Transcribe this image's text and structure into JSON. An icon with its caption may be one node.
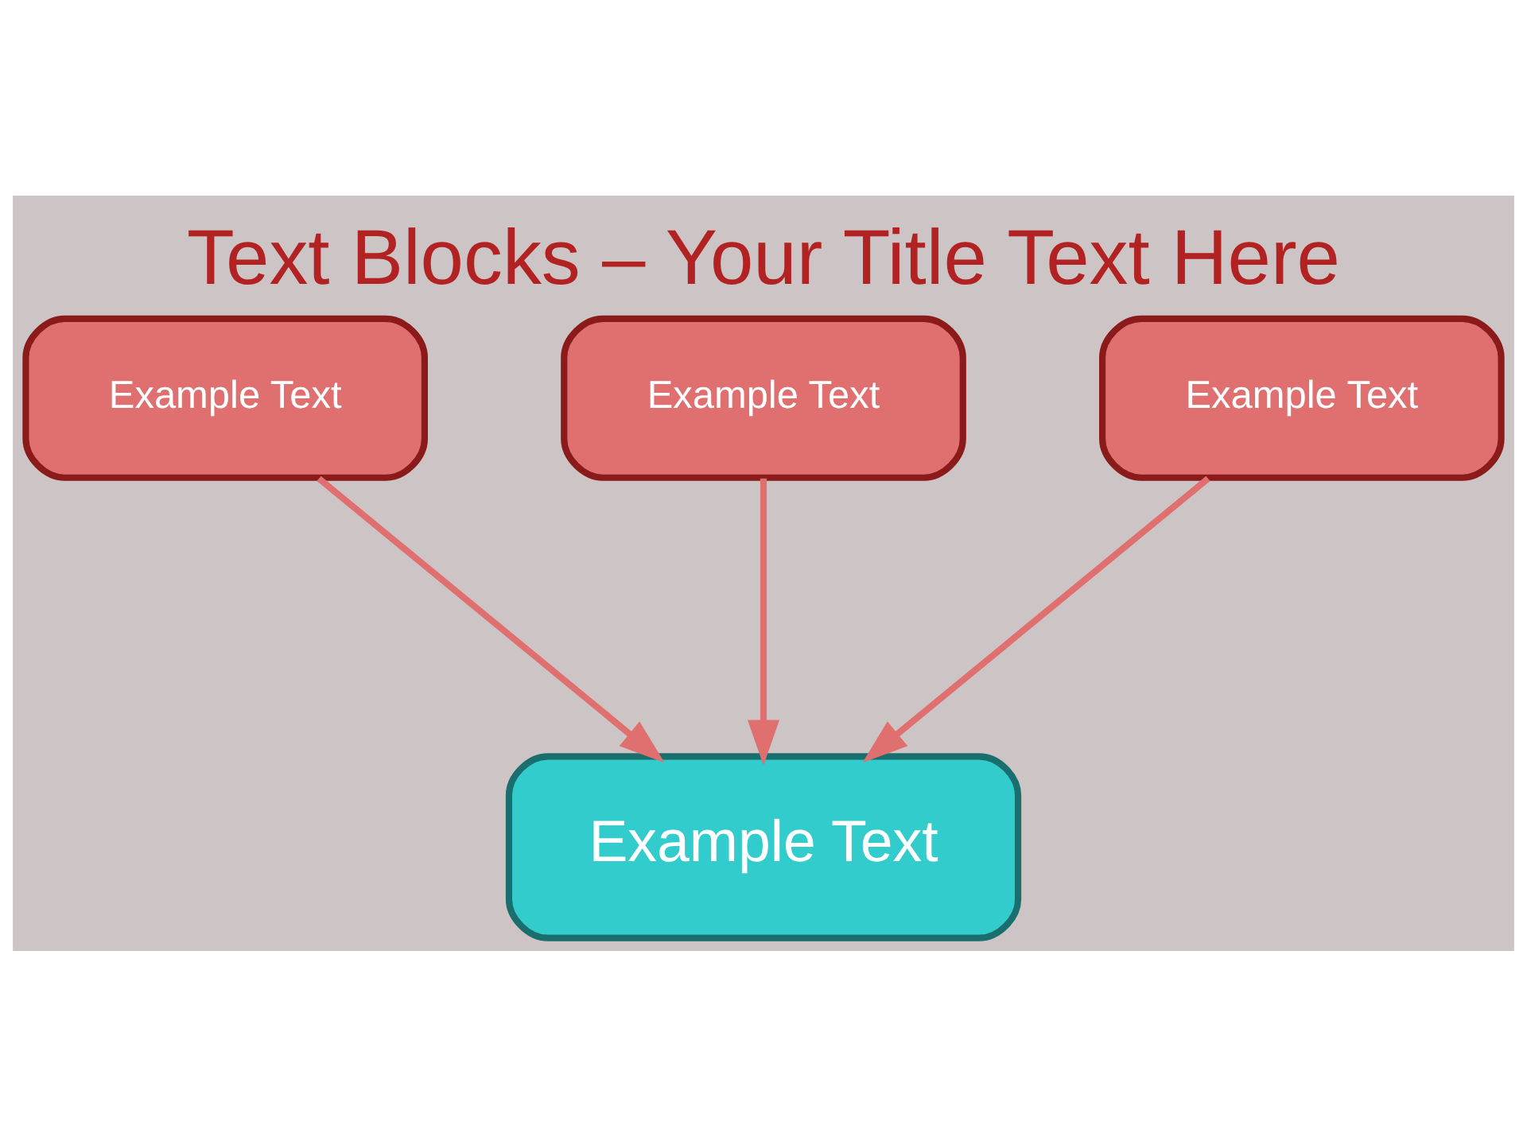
{
  "diagram": {
    "title": "Text Blocks – Your Title Text Here",
    "nodes": [
      {
        "text": [
          "Example Text"
        ]
      },
      {
        "text": [
          "Example Text"
        ]
      },
      {
        "text": [
          "Example Text"
        ]
      },
      {
        "text": [
          "Example Text"
        ]
      }
    ],
    "edges": [
      {
        "from": 0,
        "to": 3,
        "arrow": "to"
      },
      {
        "from": 1,
        "to": 3,
        "arrow": "to"
      },
      {
        "from": 2,
        "to": 3,
        "arrow": "to"
      }
    ]
  }
}
